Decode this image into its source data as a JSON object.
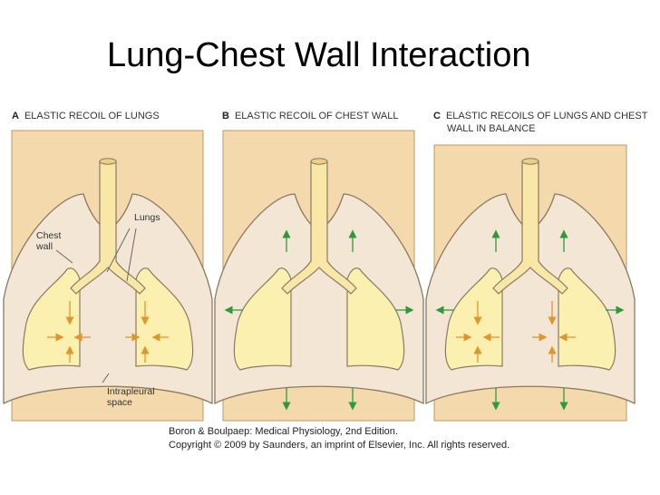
{
  "slide": {
    "title": "Lung-Chest Wall Interaction"
  },
  "panels": [
    {
      "letter": "A",
      "label": "ELASTIC RECOIL OF LUNGS"
    },
    {
      "letter": "B",
      "label": "ELASTIC RECOIL OF CHEST WALL"
    },
    {
      "letter": "C",
      "label_line1": "ELASTIC RECOILS OF LUNGS AND CHEST",
      "label_line2": "WALL IN BALANCE"
    }
  ],
  "annotations": {
    "lungs": "Lungs",
    "chest_wall_line1": "Chest",
    "chest_wall_line2": "wall",
    "intrapleural_line1": "Intrapleural",
    "intrapleural_line2": "space"
  },
  "caption": {
    "line1": "Boron & Boulpaep: Medical Physiology, 2nd Edition.",
    "line2": "Copyright © 2009 by Saunders, an imprint of Elsevier, Inc. All rights reserved."
  },
  "colors": {
    "background_box": "#f3d9ac",
    "chest_wall": "#f3e6d4",
    "lung": "#fbf0b0",
    "trachea": "#f8e7a6",
    "arrow": "#e0962c",
    "arrow_green": "#2e9a3a"
  }
}
